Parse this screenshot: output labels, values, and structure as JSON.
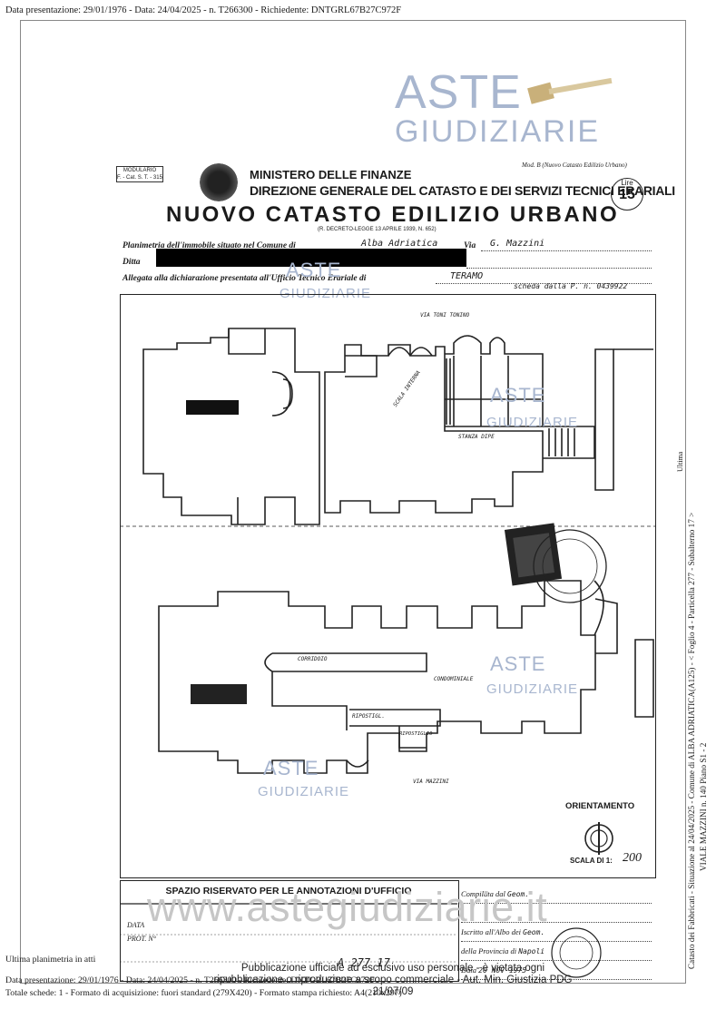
{
  "header": {
    "top_line": "Data presentazione: 29/01/1976 - Data: 24/04/2025 - n. T266300 - Richiedente: DNTGRL67B27C972F"
  },
  "watermarks": {
    "aste": "ASTE",
    "giudiziarie": "GIUDIZIARIE",
    "site": "www.astegiudiziarie.it"
  },
  "form": {
    "modulario_line1": "MODULARIO",
    "modulario_line2": "F. - Cat. S. T. - 315",
    "ministero": "MINISTERO DELLE FINANZE",
    "direzione": "DIREZIONE GENERALE DEL CATASTO E DEI SERVIZI TECNICI ERARIALI",
    "nuovo_catasto": "NUOVO CATASTO EDILIZIO URBANO",
    "decreto": "(R. DECRETO-LEGGE 13 APRILE 1939, N. 652)",
    "mod_b": "Mod. B (Nuovo Catasto Edilizio Urbano)",
    "lire_label": "Lire",
    "lire_value": "15",
    "planimetria_label": "Planimetria dell'immobile situato nel Comune di",
    "planimetria_comune": "Alba Adriatica",
    "via_label": "Via",
    "via_value": "G. Mazzini",
    "ditta_label": "Ditta",
    "allegata_label": "Allegata alla dichiarazione presentata all'Ufficio Tecnico Erariale di",
    "allegata_value": "TERAMO",
    "scheda_note": "scheda dalla P. n. 0439922"
  },
  "plan": {
    "labels": {
      "top_road": "VIA TONI TONINO",
      "scala": "SCALA INTERNA",
      "stanza": "STANZA DIPE",
      "corridoio": "CORRIDOIO",
      "condominiale": "CONDOMINIALE",
      "ripostiglio": "RIPOSTIGL.",
      "ripost2": "RIPOSTIGLIO",
      "bottom_road": "VIA MAZZINI"
    },
    "orientamento": "ORIENTAMENTO",
    "scala_label": "SCALA DI 1:",
    "scala_value": "200"
  },
  "annotations": {
    "spazio": "SPAZIO RISERVATO PER LE ANNOTAZIONI D'UFFICIO",
    "data_label": "DATA",
    "prot_label": "PROT. N°",
    "handwritten_number": "A  277  17",
    "compilata": "Compilata dal",
    "compilata_value": "Geom.",
    "iscritto": "Iscritto all'Albo dei",
    "iscritto_value": "Geom.",
    "provincia": "della Provincia di",
    "provincia_value": "Napoli",
    "data_bottom": "Data",
    "data_bottom_value": "20 NOV 1975"
  },
  "footer": {
    "ultima": "Ultima planimetria in atti",
    "line1": "Data presentazione: 29/01/1976 - Data: 24/04/2025 - n. T266300 - Richiedente: DNTGRL67B27C972F",
    "line2": "Totale schede: 1 - Formato di acquisizione: fuori standard (279X420) - Formato stampa richiesto: A4(210x297)",
    "pub1": "Pubblicazione ufficiale ad esclusivo uso personale - è vietata ogni",
    "pub2": "ripubblicazione o riproduzione a scopo commerciale - Aut. Min. Giustizia PDG 21/07/09"
  },
  "side": {
    "line1": "Catasto dei Fabbricati - Situazione al 24/04/2025 - Comune di ALBA ADRIATICA(A125) - < Foglio 4 - Particella 277 - Subalterno 17 >",
    "line2": "VIALE MAZZINI n. 140 Piano S1 - 2",
    "line3": "Ultima"
  }
}
